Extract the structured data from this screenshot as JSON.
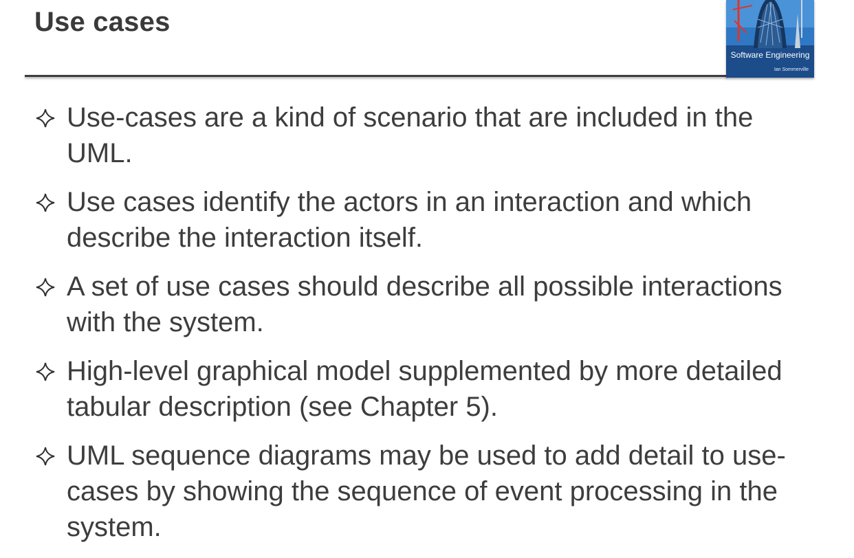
{
  "slide": {
    "title": "Use cases",
    "book": {
      "title": "Software Engineering",
      "author": "Ian Sommerville"
    },
    "bullet_icon": "four-point-star-icon",
    "bullets": [
      "Use-cases are a kind of scenario that are included in the UML.",
      "Use cases identify the actors in an interaction and which describe the interaction itself.",
      "A set of use cases should describe all possible interactions with the system.",
      "High-level graphical model supplemented by more detailed tabular description (see Chapter 5).",
      "UML sequence diagrams may be used to add detail to use-cases by showing the sequence of event processing in the system."
    ]
  },
  "colors": {
    "text": "#3d3d3d",
    "rule": "#3c3c3c",
    "cover_blue": "#2a6fb8"
  }
}
